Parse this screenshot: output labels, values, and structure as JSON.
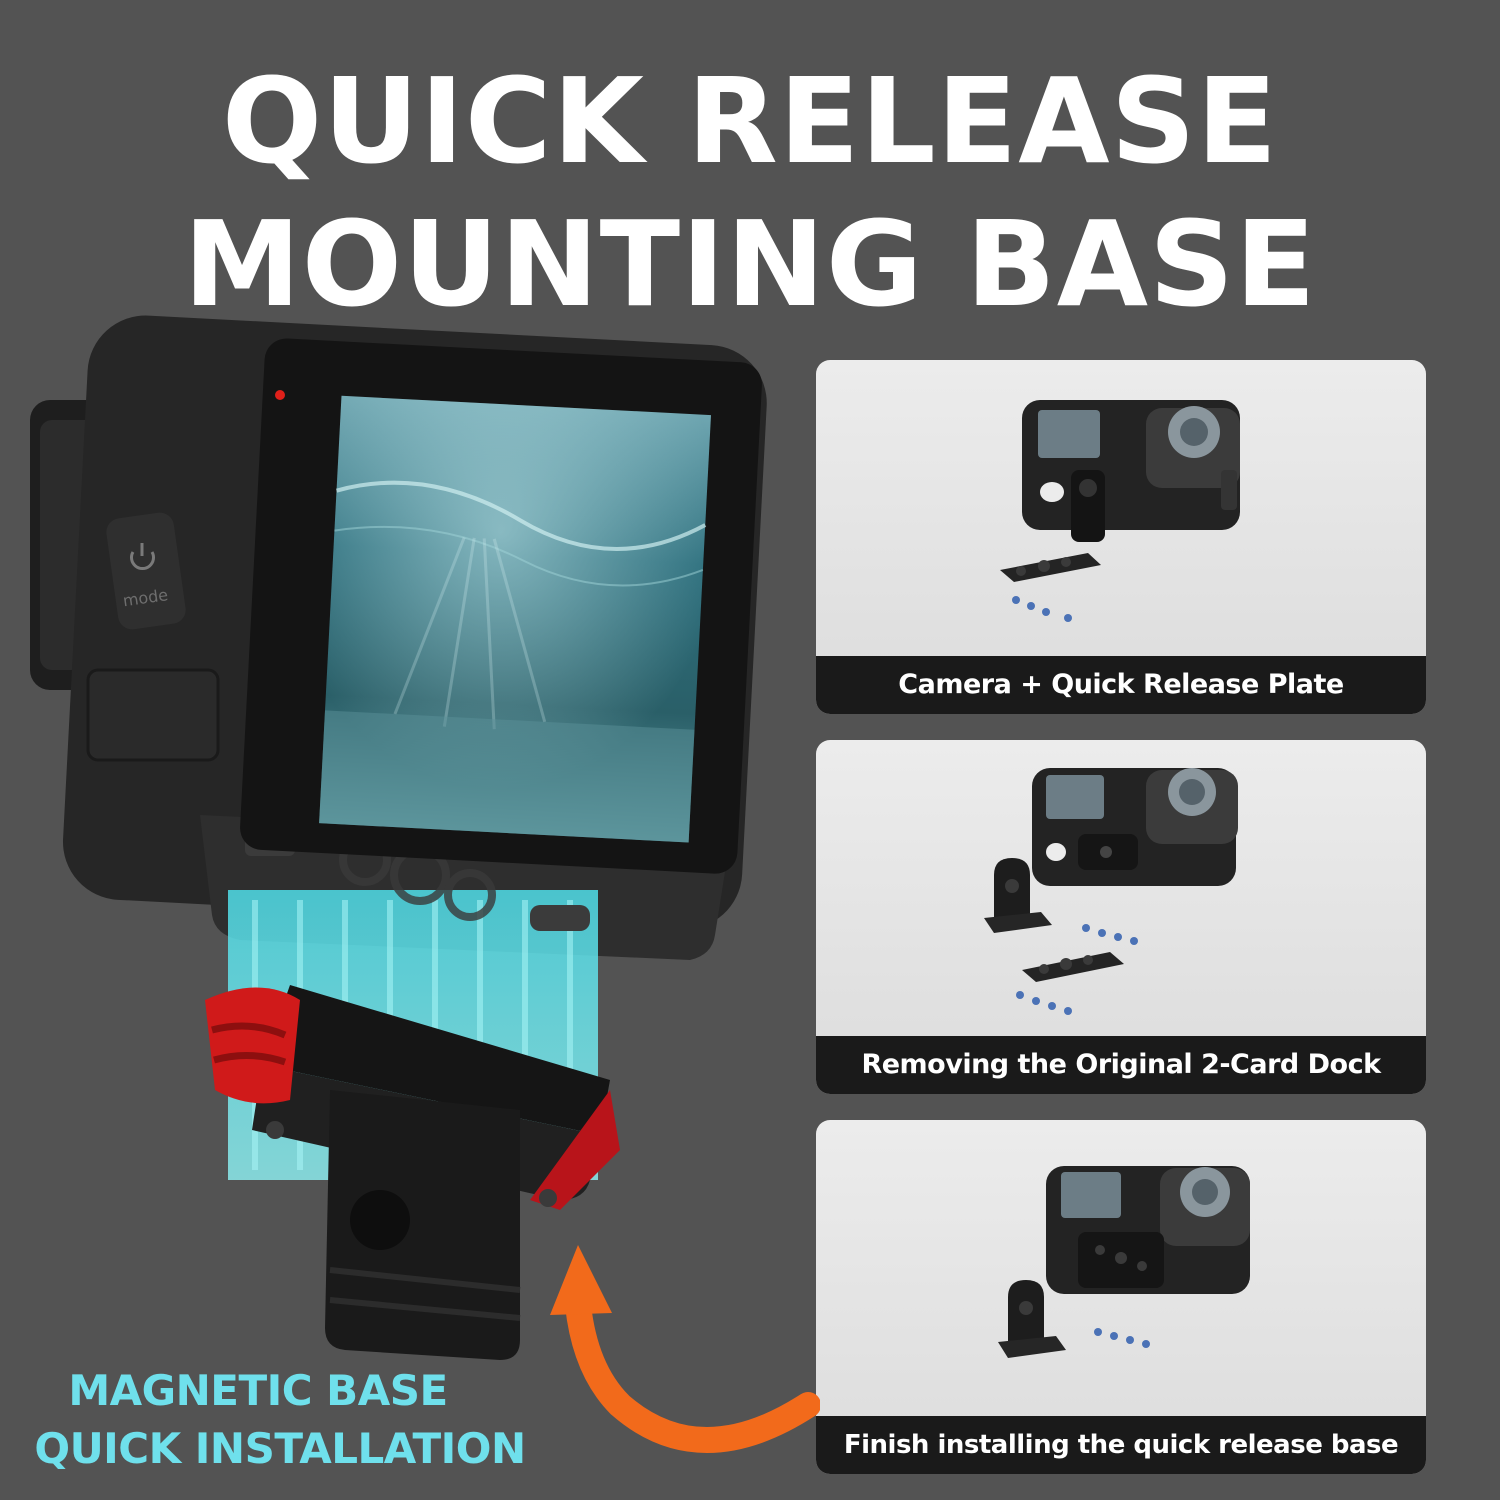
{
  "title": {
    "line1": "QUICK RELEASE",
    "line2": "MOUNTING BASE"
  },
  "camera": {
    "button_label": "mode"
  },
  "steps": [
    {
      "caption": "Camera + Quick Release Plate"
    },
    {
      "caption": "Removing the Original 2-Card Dock"
    },
    {
      "caption": "Finish installing the quick release base"
    }
  ],
  "feature": {
    "line1": "MAGNETIC BASE",
    "line2": "QUICK INSTALLATION"
  },
  "colors": {
    "background": "#535353",
    "accent_cyan": "#6fe0ec",
    "arrow_orange": "#f26a1b",
    "latch_red": "#d01a1a"
  },
  "icons": [
    "power-icon",
    "curved-arrow-icon"
  ]
}
